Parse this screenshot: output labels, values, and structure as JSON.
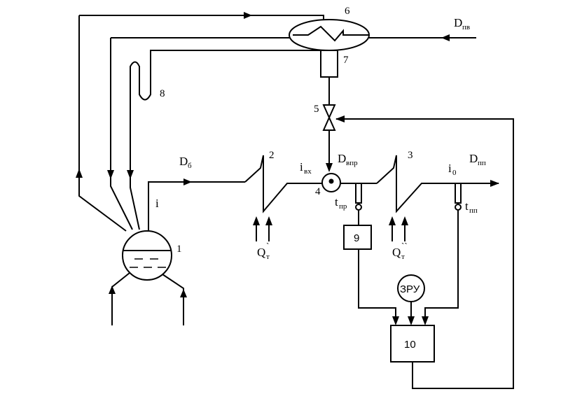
{
  "numbers": {
    "drum": "1",
    "superheater_1": "2",
    "superheater_2": "3",
    "attemperator": "4",
    "valve": "5",
    "condenser": "6",
    "collector": "7",
    "coil": "8",
    "controller_9": "9",
    "controller_10": "10",
    "zru": "ЗРУ"
  },
  "labels": {
    "d_b": "D",
    "d_b_sub": "б",
    "d_pv": "D",
    "d_pv_sub": "пв",
    "d_vpr": "D",
    "d_vpr_sub": "впр",
    "d_pp": "D",
    "d_pp_sub": "пп",
    "i": "i",
    "i_vx": "i",
    "i_vx_sub": "вх",
    "i_0": "i",
    "i_0_sub": "0",
    "t_pr": "t",
    "t_pr_sub": "пр",
    "t_pp": "t",
    "t_pp_sub": "пп",
    "q1": "Q",
    "q1_sub": "т",
    "q1_sup": "`",
    "q2": "Q",
    "q2_sub": "т",
    "q2_sup": "``"
  }
}
